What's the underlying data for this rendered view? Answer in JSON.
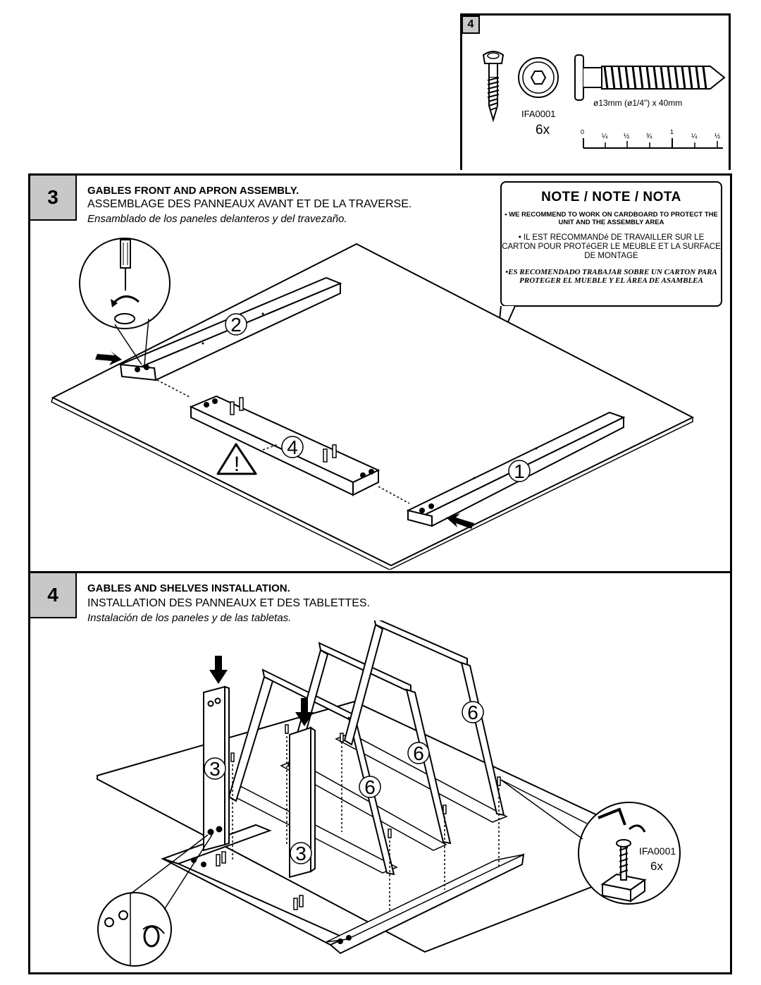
{
  "hardware": {
    "step_number": "4",
    "part_code": "IFA0001",
    "quantity": "6x",
    "dimension_label": "ø13mm (ø1/4\") x 40mm",
    "ruler_labels": [
      "0",
      "¼",
      "½",
      "¾",
      "1",
      "¼",
      "½"
    ]
  },
  "step3": {
    "number": "3",
    "title_en": "GABLES FRONT AND APRON ASSEMBLY.",
    "title_fr": "ASSEMBLAGE DES PANNEAUX AVANT ET DE LA TRAVERSE.",
    "title_es": "Ensamblado de los paneles delanteros y del travezaño.",
    "part_labels": [
      "2",
      "4",
      "1"
    ]
  },
  "note": {
    "title": "NOTE / NOTE / NOTA",
    "en": "• WE RECOMMEND TO WORK ON CARDBOARD TO PROTECT THE UNIT AND THE ASSEMBLY AREA",
    "fr": "• IL EST RECOMMANDé DE TRAVAILLER SUR LE CARTON POUR PROTéGER LE MEUBLE ET LA SURFACE DE MONTAGE",
    "es": "•ES RECOMENDADO TRABAJAR SOBRE UN CARTON PARA PROTEGER EL MUEBLE Y EL ÁREA DE ASAMBLEA"
  },
  "step4": {
    "number": "4",
    "title_en": "GABLES AND SHELVES INSTALLATION.",
    "title_fr": "INSTALLATION DES PANNEAUX ET DES TABLETTES.",
    "title_es": "Instalación de los paneles y de las tabletas.",
    "part_labels": [
      "6",
      "6",
      "6",
      "3",
      "3"
    ],
    "callout_part_code": "IFA0001",
    "callout_quantity": "6x"
  }
}
